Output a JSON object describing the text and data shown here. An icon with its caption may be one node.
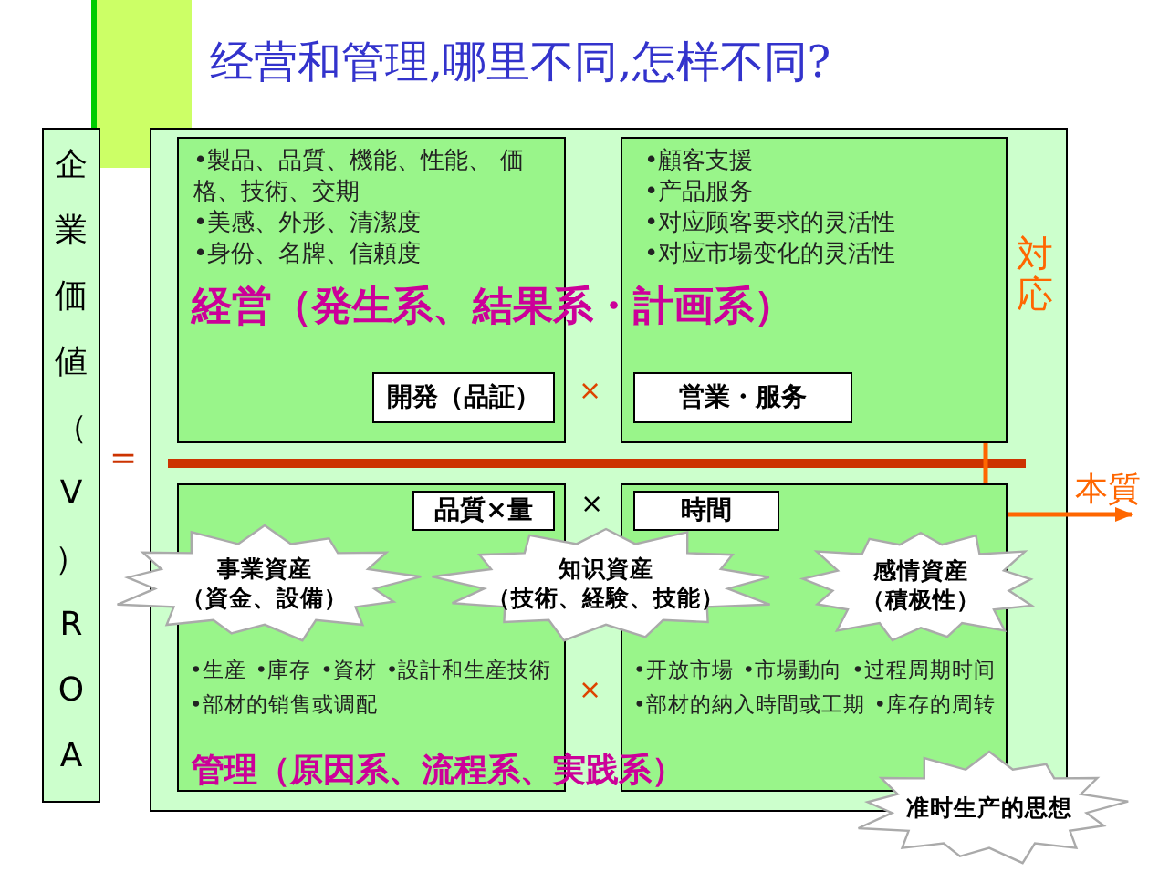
{
  "diagram": {
    "title": "经营和管理,哪里不同,怎样不同?",
    "nodes": [
      {
        "text": [
          "企業価値（V）ROA"
        ]
      },
      {
        "text": [
          "•製品、品質、機能、性能、 価格、技術、交期",
          "•美感、外形、清潔度",
          "•身份、名牌、信頼度"
        ]
      },
      {
        "text": [
          "開発（品証）"
        ],
        "in": 1
      },
      {
        "text": [
          "•顧客支援",
          "•产品服务",
          "•对应顾客要求的灵活性",
          "•对应市場变化的灵活性"
        ]
      },
      {
        "text": [
          "営業・服务"
        ],
        "in": 3
      },
      {
        "text": [
          "•生産",
          "•庫存",
          "•資材",
          "•設計和生産技術",
          "•部材的销售或调配"
        ]
      },
      {
        "text": [
          "品質×量"
        ],
        "in": 5
      },
      {
        "text": [
          "•开放市場",
          "•市場動向",
          "•过程周期时间",
          "•部材的納入時間或工期",
          "•库存的周转"
        ]
      },
      {
        "text": [
          "時間"
        ],
        "in": 7
      },
      {
        "text": [
          "事業資産",
          "（資金、設備）"
        ]
      },
      {
        "text": [
          "知识資産",
          "（技術、経験、技能）"
        ]
      },
      {
        "text": [
          "感情資産",
          "（積极性）"
        ]
      },
      {
        "text": [
          "准时生产的思想"
        ]
      }
    ],
    "labels": [
      "経営（発生系、結果系・計画系）",
      "管理（原因系、流程系、実践系）",
      "対応",
      "本質",
      "=",
      "×",
      "×",
      "×"
    ]
  }
}
